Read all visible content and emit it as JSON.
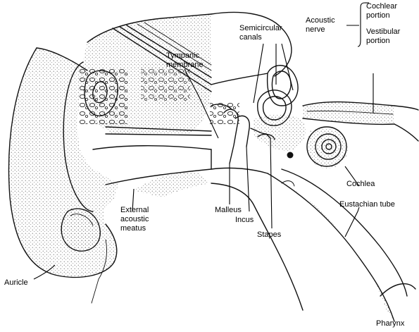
{
  "labels": {
    "cochlear_portion": [
      "Cochlear",
      "portion"
    ],
    "acoustic_nerve": [
      "Acoustic",
      "nerve"
    ],
    "vestibular_portion": [
      "Vestibular",
      "portion"
    ],
    "semicircular_canals": [
      "Semicircular",
      "canals"
    ],
    "tympanic_membrane": [
      "Tympanic",
      "membrane"
    ],
    "cochlea": "Cochlea",
    "external_acoustic_meatus": [
      "External",
      "acoustic",
      "meatus"
    ],
    "malleus": "Malleus",
    "incus": "Incus",
    "stapes": "Stapes",
    "eustachian_tube": "Eustachian tube",
    "auricle": "Auricle",
    "pharynx": "Pharynx"
  },
  "colors": {
    "ink": "#111111",
    "background": "#ffffff"
  }
}
